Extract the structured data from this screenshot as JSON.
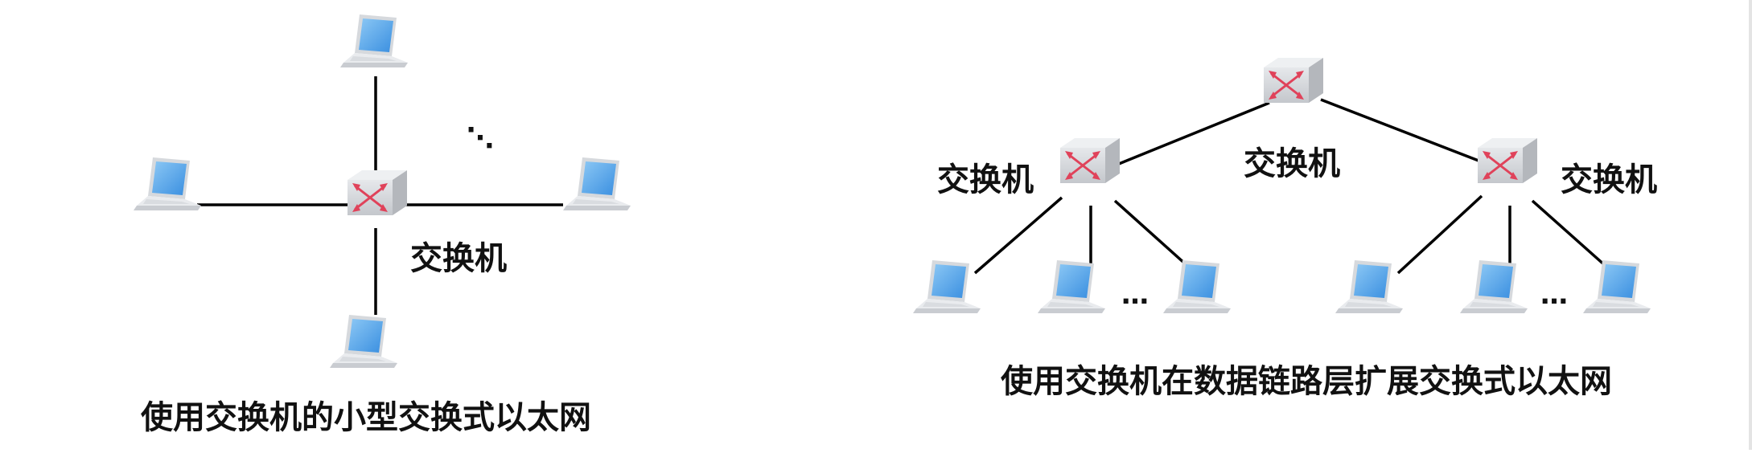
{
  "diagram_left": {
    "switch_label": "交换机",
    "ellipsis": "⋱",
    "caption": "使用交换机的小型交换式以太网"
  },
  "diagram_right": {
    "top_switch_label": "交换机",
    "left_switch_label": "交换机",
    "right_switch_label": "交换机",
    "left_group_ellipsis": "…",
    "right_group_ellipsis": "…",
    "caption": "使用交换机在数据链路层扩展交换式以太网"
  },
  "colors": {
    "line": "#000000",
    "switch_arrow": "#e0425a",
    "screen": "#4a9ee6",
    "laptop_body": "#eceef0"
  },
  "icons": [
    "switch-icon",
    "laptop-icon"
  ]
}
